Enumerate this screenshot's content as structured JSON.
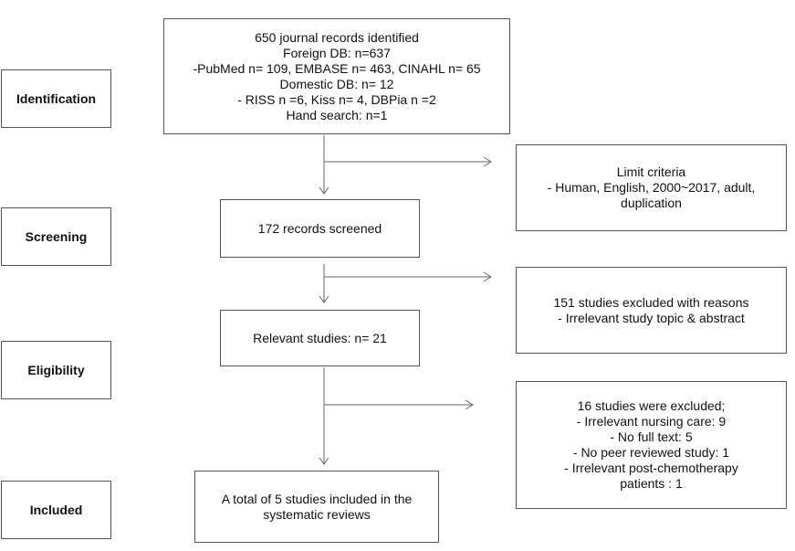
{
  "stages": {
    "identification": "Identification",
    "screening": "Screening",
    "eligibility": "Eligibility",
    "included": "Included"
  },
  "main": {
    "identified": [
      "650 journal records identified",
      "Foreign DB: n=637",
      "-PubMed n= 109, EMBASE n= 463, CINAHL  n= 65",
      "Domestic DB: n= 12",
      "- RISS n =6, Kiss n= 4, DBPia n =2",
      "Hand search: n=1"
    ],
    "screened": [
      "172 records screened"
    ],
    "relevant": [
      "Relevant studies: n= 21"
    ],
    "included": [
      "A total of 5 studies included in the",
      "systematic reviews"
    ]
  },
  "side": {
    "limit": [
      "Limit criteria",
      "- Human, English, 2000~2017, adult,",
      "duplication"
    ],
    "excluded_screening": [
      "151 studies excluded with reasons",
      "- Irrelevant study topic & abstract"
    ],
    "excluded_eligibility": [
      "16 studies were excluded;",
      "- Irrelevant nursing care: 9",
      "- No full text: 5",
      "- No peer reviewed study: 1",
      "-  Irrelevant post-chemotherapy",
      "patients : 1"
    ]
  },
  "colors": {
    "border": "#555555",
    "arrow": "#666666",
    "text": "#111111"
  }
}
